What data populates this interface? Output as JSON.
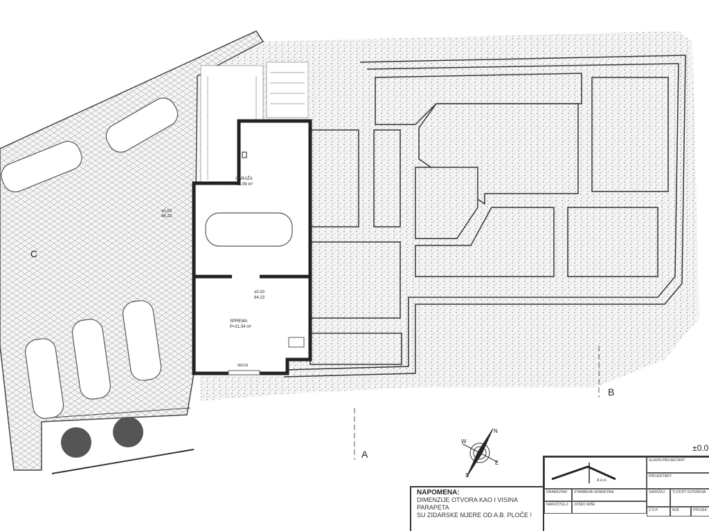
{
  "rooms": [
    {
      "name": "GARAŽA",
      "area": "P=31.09 m²"
    },
    {
      "name": "SPREMA",
      "area": "P=21.54 m²"
    }
  ],
  "levels": [
    {
      "level": "±0.00",
      "elevation": "94.23"
    },
    {
      "level": "±0.00",
      "elevation": "94.23"
    }
  ],
  "zone_labels": {
    "c": "C",
    "b": "B",
    "a": "A"
  },
  "level_mark_right": "±0.0",
  "door_label": "90/210",
  "compass": {
    "n": "N",
    "e": "E",
    "s": "S",
    "w": "W"
  },
  "note": {
    "title": "NAPOMENA:",
    "line1": "DIMENZIJE  OTVORA KAO I VISINA PARAPETA",
    "line2": "SU ZIDARSKE MJERE OD A.B. PLOČE !"
  },
  "title_block": {
    "company": "d.o.o.",
    "chief_designer_label": "GLAVNI PROJEKTANT:",
    "designer_label": "PROJEKTANT:",
    "building_label": "GRAĐEVINA:",
    "building_value": "STAMBENA GRAĐEVINA",
    "client_label": "NARUČITELJ:",
    "client_value": "JOŠKO MIŠE",
    "content_label": "SADRŽAJ:",
    "content_value": "TLOCRT SUTERENA",
    "zop_label": "Z.O.P.",
    "scale_label": "MJE",
    "project_label": "PROJEK"
  }
}
